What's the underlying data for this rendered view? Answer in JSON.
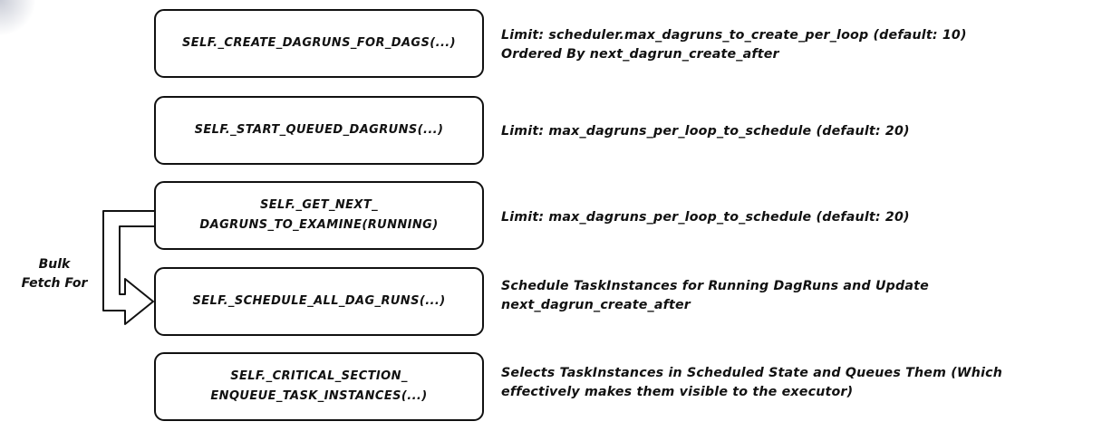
{
  "steps": [
    {
      "label": "self._create_dagruns_for_dags(...)",
      "note": "Limit: scheduler.max_dagruns_to_create_per_loop (default: 10)\nOrdered By next_dagrun_create_after"
    },
    {
      "label": "self._start_queued_dagruns(...)",
      "note": "Limit: max_dagruns_per_loop_to_schedule (default: 20)"
    },
    {
      "label": "self._get_next_\ndagruns_to_examine(RUNNING)",
      "note": "Limit: max_dagruns_per_loop_to_schedule (default: 20)"
    },
    {
      "label": "self._schedule_all_dag_runs(...)",
      "note": "Schedule TaskInstances for Running DagRuns and Update\nnext_dagrun_create_after"
    },
    {
      "label": "self._critical_section_\nenqueue_task_instances(...)",
      "note": "Selects TaskInstances in Scheduled State and Queues Them (Which\neffectively makes them visible to the executor)"
    }
  ],
  "connector": {
    "label": "Bulk\nFetch For"
  },
  "colors": {
    "ink": "#111111",
    "background": "#ffffff"
  }
}
